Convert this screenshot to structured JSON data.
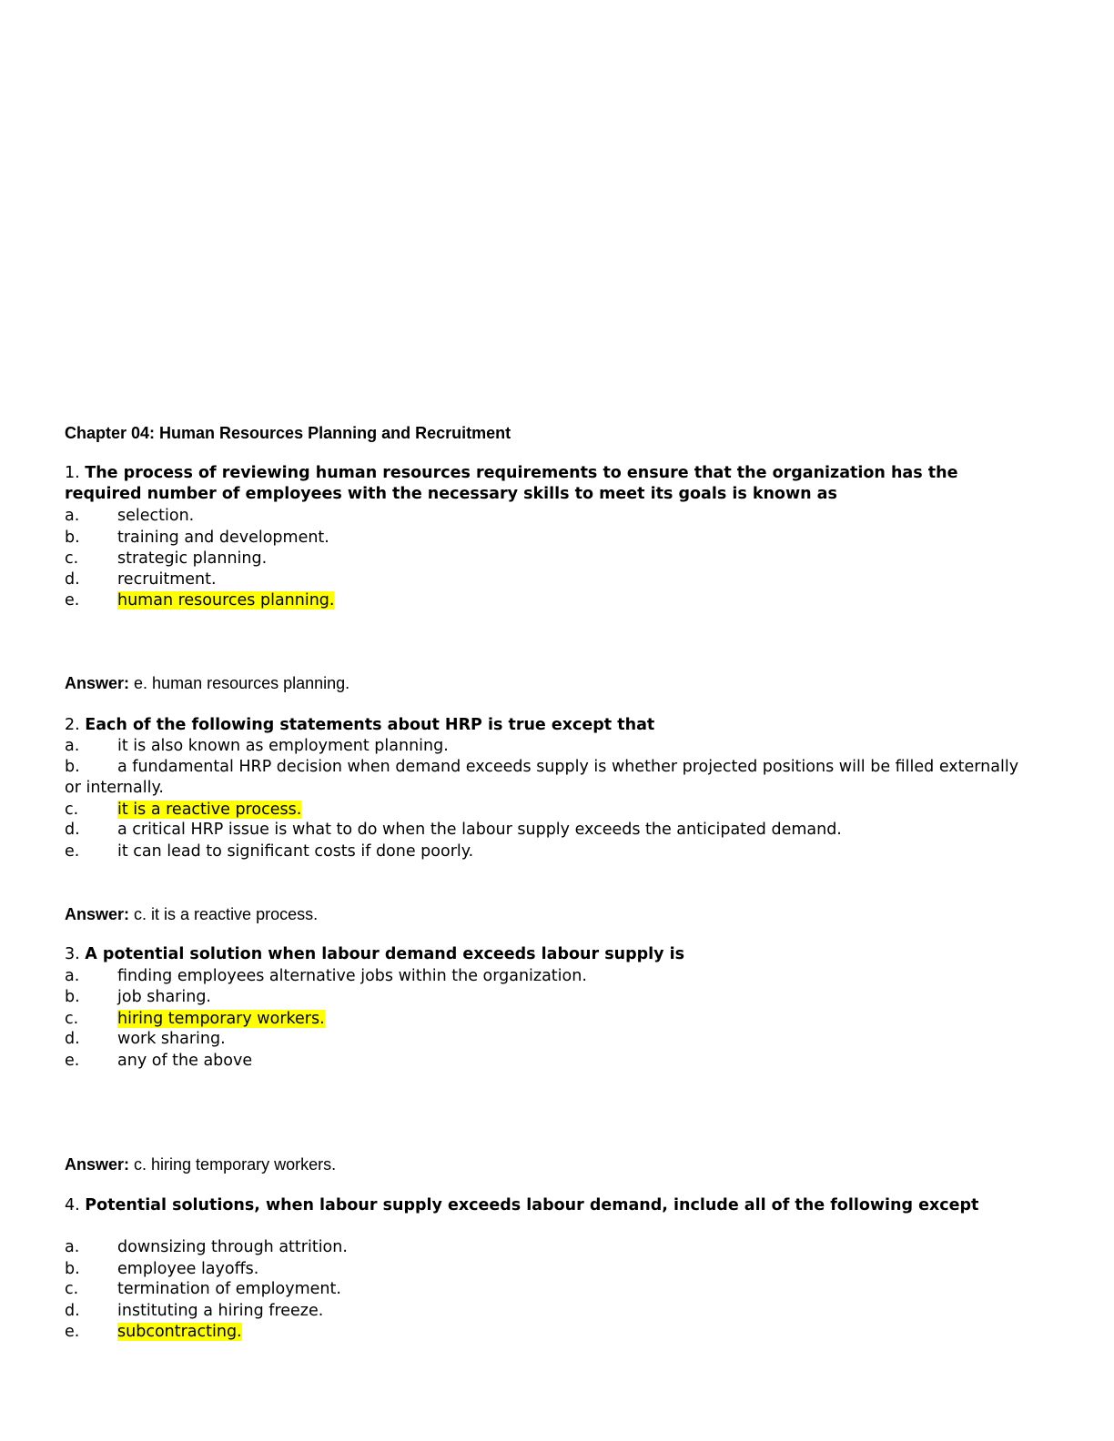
{
  "title": "Chapter 04: Human Resources Planning and Recruitment",
  "highlight_color": "#ffff00",
  "answer_label": "Answer:",
  "questions": [
    {
      "num": "1.",
      "stem": "The process of reviewing human resources requirements to ensure that the organization has the required number of employees with the necessary skills to meet its goals is known as",
      "options": [
        {
          "label": "a.",
          "text": "selection."
        },
        {
          "label": "b.",
          "text": "training and development."
        },
        {
          "label": "c.",
          "text": "strategic planning."
        },
        {
          "label": "d.",
          "text": "recruitment."
        },
        {
          "label": "e.",
          "text": "human resources planning."
        }
      ],
      "answer": "e. human resources planning."
    },
    {
      "num": "2.",
      "stem": "Each of the following statements about HRP is true except that",
      "options": [
        {
          "label": "a.",
          "text": "it is also known as employment planning."
        },
        {
          "label": "b.",
          "text": "a fundamental HRP decision when demand exceeds supply is whether projected positions will be filled externally or internally."
        },
        {
          "label": "c.",
          "text": "it is a reactive process."
        },
        {
          "label": "d.",
          "text": "a critical HRP issue is what to do when the labour supply exceeds the anticipated demand."
        },
        {
          "label": "e.",
          "text": "it can lead to significant costs if done poorly."
        }
      ],
      "answer": "c. it is a reactive process."
    },
    {
      "num": "3.",
      "stem": "A potential solution when labour demand exceeds labour supply is",
      "options": [
        {
          "label": "a.",
          "text": "finding employees alternative jobs within the organization."
        },
        {
          "label": "b.",
          "text": "job sharing."
        },
        {
          "label": "c.",
          "text": "hiring temporary workers."
        },
        {
          "label": "d.",
          "text": "work sharing."
        },
        {
          "label": "e.",
          "text": "any of the above"
        }
      ],
      "answer": "c. hiring temporary workers."
    },
    {
      "num": "4.",
      "stem": "Potential solutions, when labour supply exceeds labour demand, include all of the following except",
      "options": [
        {
          "label": "a.",
          "text": "downsizing through attrition."
        },
        {
          "label": "b.",
          "text": "employee layoffs."
        },
        {
          "label": "c.",
          "text": "termination of employment."
        },
        {
          "label": "d.",
          "text": "instituting a hiring freeze."
        },
        {
          "label": "e.",
          "text": "subcontracting."
        }
      ]
    }
  ]
}
